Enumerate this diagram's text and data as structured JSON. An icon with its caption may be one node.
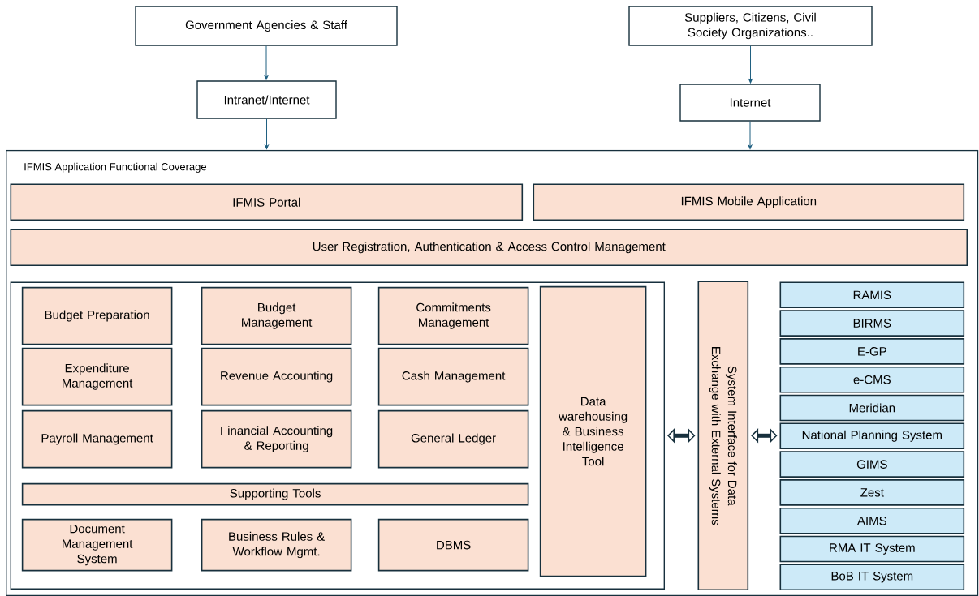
{
  "diagram": {
    "nodes": [
      {
        "text": [
          "Government Agencies & Staff"
        ]
      },
      {
        "text": [
          "Suppliers, Citizens, Civil Society Organizations.."
        ]
      },
      {
        "text": [
          "Intranet/Internet"
        ]
      },
      {
        "text": [
          "Internet"
        ]
      },
      {
        "text": [
          "IFMIS Application Functional Coverage"
        ]
      },
      {
        "text": [
          "IFMIS Portal"
        ],
        "in": 4
      },
      {
        "text": [
          "IFMIS Mobile Application"
        ],
        "in": 4
      },
      {
        "text": [
          "User Registration, Authentication & Access Control Management"
        ],
        "in": 4
      },
      {
        "text": [],
        "shape": "box",
        "in": 4
      },
      {
        "text": [
          "Budget Preparation"
        ],
        "in": 8
      },
      {
        "text": [
          "Budget Management"
        ],
        "in": 8
      },
      {
        "text": [
          "Commitments Management"
        ],
        "in": 8
      },
      {
        "text": [
          "Expenditure Management"
        ],
        "in": 8
      },
      {
        "text": [
          "Revenue Accounting"
        ],
        "in": 8
      },
      {
        "text": [
          "Cash Management"
        ],
        "in": 8
      },
      {
        "text": [
          "Payroll Management"
        ],
        "in": 8
      },
      {
        "text": [
          "Financial Accounting & Reporting"
        ],
        "in": 8
      },
      {
        "text": [
          "General Ledger"
        ],
        "in": 8
      },
      {
        "text": [
          "Supporting Tools"
        ],
        "in": 8
      },
      {
        "text": [
          "Document Management System"
        ],
        "in": 8
      },
      {
        "text": [
          "Business Rules & Workflow Mgmt."
        ],
        "in": 8
      },
      {
        "text": [
          "DBMS"
        ],
        "in": 8
      },
      {
        "text": [
          "Data warehousing & Business Intelligence Tool"
        ],
        "in": 8
      },
      {
        "text": [
          "System Interface for Data Exchange with External Systems"
        ],
        "in": 4
      },
      {
        "text": [
          "RAMIS"
        ],
        "in": 4
      },
      {
        "text": [
          "BIRMS"
        ],
        "in": 4
      },
      {
        "text": [
          "E-GP"
        ],
        "in": 4
      },
      {
        "text": [
          "e-CMS"
        ],
        "in": 4
      },
      {
        "text": [
          "Meridian"
        ],
        "in": 4
      },
      {
        "text": [
          "National Planning System"
        ],
        "in": 4
      },
      {
        "text": [
          "GIMS"
        ],
        "in": 4
      },
      {
        "text": [
          "Zest"
        ],
        "in": 4
      },
      {
        "text": [
          "AIMS"
        ],
        "in": 4
      },
      {
        "text": [
          "RMA IT System"
        ],
        "in": 4
      },
      {
        "text": [
          "BoB IT System"
        ],
        "in": 4
      }
    ],
    "edges": [
      {
        "from": 0,
        "to": 2,
        "arrow": "to"
      },
      {
        "from": 2,
        "to": 4,
        "arrow": "to"
      },
      {
        "from": 1,
        "to": 3,
        "arrow": "to"
      },
      {
        "from": 3,
        "to": 4,
        "arrow": "to"
      },
      {
        "from": 8,
        "to": 23,
        "arrow": "both",
        "style": "thick",
        "color": "#17303d"
      },
      {
        "from": 23,
        "to": 29,
        "arrow": "both",
        "style": "thick",
        "color": "#17303d"
      }
    ]
  }
}
